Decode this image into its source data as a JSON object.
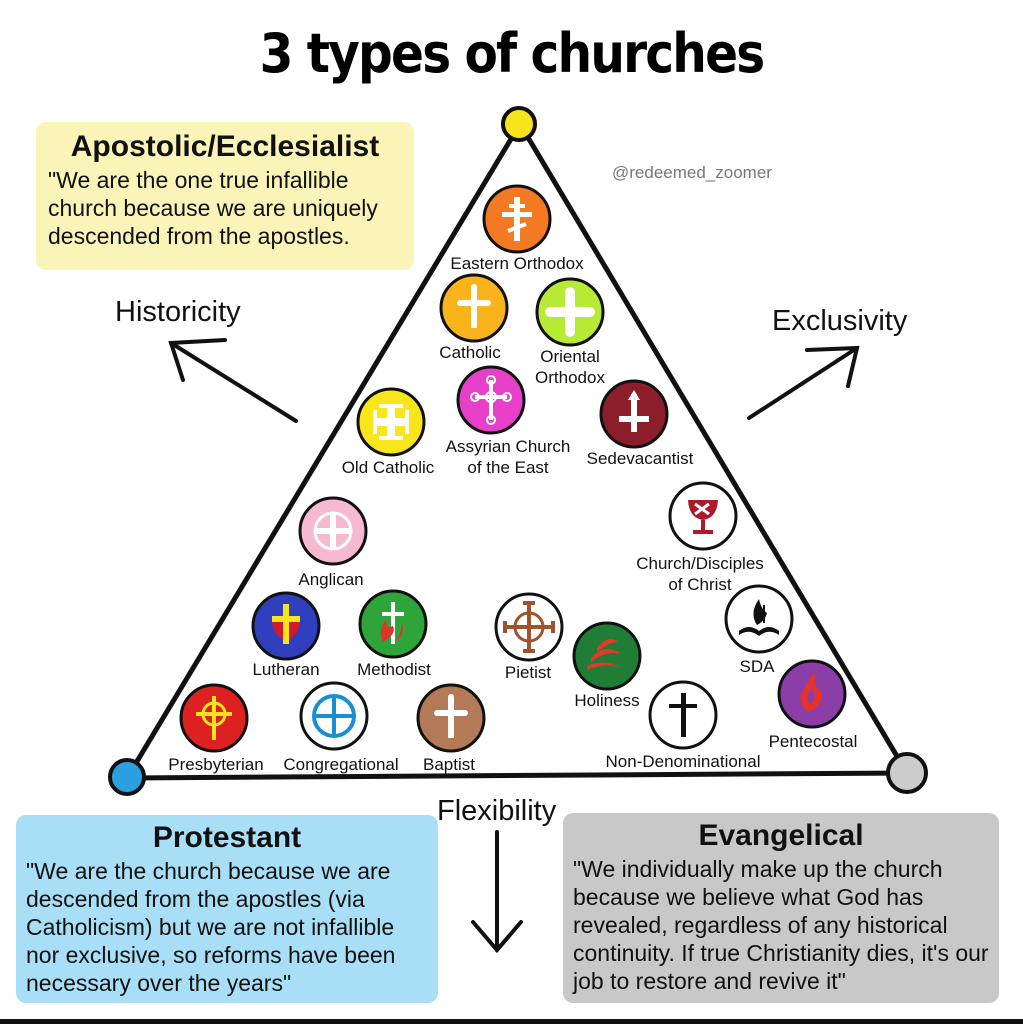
{
  "title": "3 types of churches",
  "watermark": "@redeemed_zoomer",
  "boxes": {
    "apostolic": {
      "heading": "Apostolic/Ecclesialist",
      "quote": "\"We are the one true infallible church because we are uniquely descended from the apostles.",
      "color": "#fbf4b8"
    },
    "protestant": {
      "heading": "Protestant",
      "quote": "\"We are the church because we are descended from the apostles (via Catholicism) but we are not infallible nor exclusive, so reforms have been necessary over the years\"",
      "color": "#a9dff6"
    },
    "evangelical": {
      "heading": "Evangelical",
      "quote": "\"We individually make up the church because we believe what God has revealed, regardless of any historical continuity. If true Christianity dies, it's our job to restore and revive it\"",
      "color": "#c8c8c8"
    }
  },
  "axes": {
    "historicity": "Historicity",
    "exclusivity": "Exclusivity",
    "flexibility": "Flexibility"
  },
  "vertex_colors": {
    "top": "#f7e41a",
    "left": "#2aa0e0",
    "right": "#cccccc"
  },
  "churches": [
    {
      "id": "eastern-orthodox",
      "label": "Eastern Orthodox",
      "color": "#f37a22",
      "icon": "orthodox-cross-icon"
    },
    {
      "id": "catholic",
      "label": "Catholic",
      "color": "#f9b41c",
      "icon": "latin-cross-icon"
    },
    {
      "id": "oriental-orthodox",
      "label": "Oriental Orthodox",
      "color": "#b6ea35",
      "icon": "coptic-cross-icon"
    },
    {
      "id": "assyrian",
      "label": "Assyrian Church of the East",
      "color": "#e63fc8",
      "icon": "ornate-cross-icon"
    },
    {
      "id": "sedevacantist",
      "label": "Sedevacantist",
      "color": "#8c1d2b",
      "icon": "inverted-cross-icon"
    },
    {
      "id": "old-catholic",
      "label": "Old Catholic",
      "color": "#f8e61a",
      "icon": "jerusalem-cross-icon"
    },
    {
      "id": "church-disciples",
      "label": "Church/Disciples of Christ",
      "color": "#ffffff",
      "icon": "chalice-icon"
    },
    {
      "id": "anglican",
      "label": "Anglican",
      "color": "#f7b9cf",
      "icon": "compass-rose-cross-icon"
    },
    {
      "id": "sda",
      "label": "SDA",
      "color": "#ffffff",
      "icon": "open-book-flame-icon"
    },
    {
      "id": "lutheran",
      "label": "Lutheran",
      "color": "#2f3fbe",
      "icon": "luther-rose-cross-icon"
    },
    {
      "id": "methodist",
      "label": "Methodist",
      "color": "#2ea43a",
      "icon": "cross-flame-icon"
    },
    {
      "id": "pietist",
      "label": "Pietist",
      "color": "#ffffff",
      "icon": "ringed-cross-icon"
    },
    {
      "id": "holiness",
      "label": "Holiness",
      "color": "#1f7d35",
      "icon": "fire-icon"
    },
    {
      "id": "pentecostal",
      "label": "Pentecostal",
      "color": "#8b3ea7",
      "icon": "dove-flame-icon"
    },
    {
      "id": "presbyterian",
      "label": "Presbyterian",
      "color": "#dd2020",
      "icon": "celtic-cross-icon"
    },
    {
      "id": "congregational",
      "label": "Congregational",
      "color": "#ffffff",
      "icon": "circled-cross-icon"
    },
    {
      "id": "baptist",
      "label": "Baptist",
      "color": "#b27a57",
      "icon": "latin-cross-icon"
    },
    {
      "id": "non-denominational",
      "label": "Non-Denominational",
      "color": "#ffffff",
      "icon": "plain-cross-icon"
    }
  ]
}
